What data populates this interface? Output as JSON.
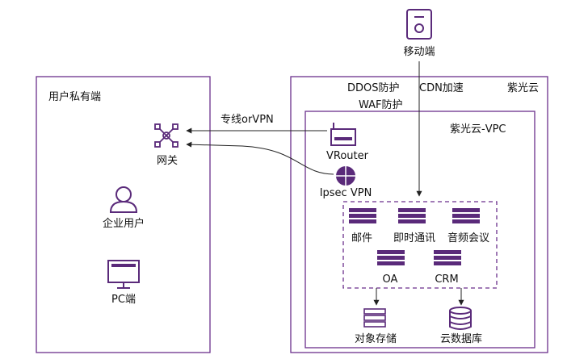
{
  "mobile": {
    "label": "移动端"
  },
  "private_cloud": {
    "title": "用户私有端",
    "gateway": "网关",
    "enterprise_user": "企业用户",
    "pc": "PC端"
  },
  "ziguang_cloud": {
    "title": "紫光云",
    "ddos": "DDOS防护",
    "cdn": "CDN加速",
    "waf": "WAF防护"
  },
  "vpc": {
    "title": "紫光云-VPC",
    "vrouter": "VRouter",
    "ipsec": "Ipsec VPN",
    "services": [
      "邮件",
      "即时通讯",
      "音频会议",
      "OA",
      "CRM"
    ]
  },
  "storage": {
    "object": "对象存储",
    "database": "云数据库"
  },
  "links": {
    "dedicated_line": "专线orVPN"
  },
  "colors": {
    "purple": "#6b2f8c",
    "icon": "#5a2a7a"
  }
}
